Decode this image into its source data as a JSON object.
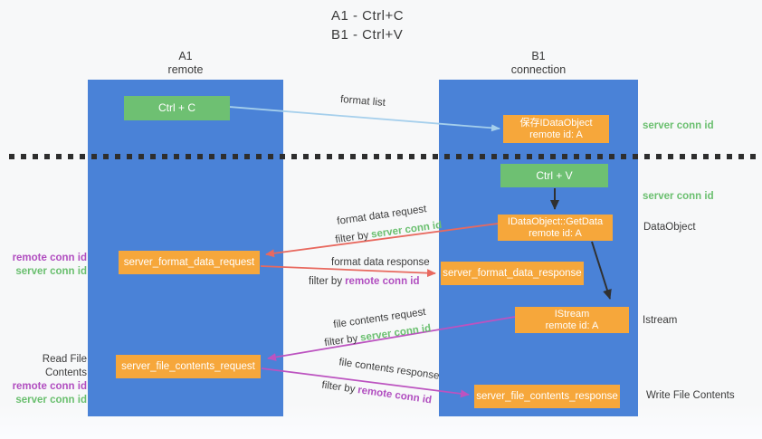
{
  "title": {
    "line1": "A1 - Ctrl+C",
    "line2": "B1 - Ctrl+V"
  },
  "lifelines": {
    "a1": {
      "name": "A1",
      "subtitle": "remote"
    },
    "b1": {
      "name": "B1",
      "subtitle": "connection"
    }
  },
  "nodes": {
    "ctrl_c": "Ctrl + C",
    "ctrl_v": "Ctrl + V",
    "save_idataobject": {
      "line1": "保存IDataObject",
      "line2": "remote id: A"
    },
    "getdata": {
      "line1": "IDataObject::GetData",
      "line2": "remote id: A"
    },
    "istream": {
      "line1": "IStream",
      "line2": "remote id: A"
    },
    "format_request": "server_format_data_request",
    "format_response": "server_format_data_response",
    "file_request": "server_file_contents_request",
    "file_response": "server_file_contents_response"
  },
  "edge_labels": {
    "format_list": "format list",
    "format_data_request": "format data request",
    "format_data_response": "format data response",
    "file_contents_request": "file contents request",
    "file_contents_response": "file contents response",
    "filter_by": "filter by",
    "server_conn_id": "server conn id",
    "remote_conn_id": "remote conn id"
  },
  "side_labels": {
    "server_conn_id_top": "server conn id",
    "server_conn_id_mid": "server conn id",
    "data_object": "DataObject",
    "istream": "Istream",
    "write_file_contents": "Write File Contents",
    "read_file_contents": "Read File Contents",
    "remote_conn_id": "remote conn id",
    "server_conn_id": "server conn id"
  },
  "colors": {
    "panel_blue": "#4a82d7",
    "node_green": "#6ec072",
    "node_orange": "#f6a73b",
    "text_green": "#6abf6f",
    "text_purple": "#b14ec0",
    "arrow_red": "#e8695f",
    "arrow_magenta": "#bc53c0",
    "arrow_light_blue": "#a5cfec",
    "arrow_black": "#303030",
    "dotted_line": "#2e2e2e"
  }
}
